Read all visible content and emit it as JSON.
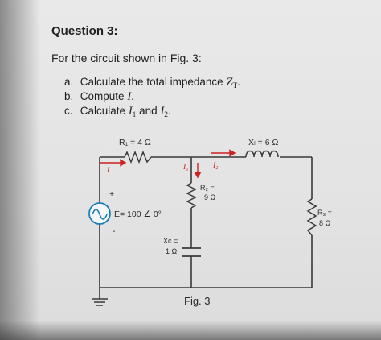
{
  "question": {
    "title": "Question 3:",
    "intro": "For the circuit shown in Fig. 3:",
    "tasks": [
      {
        "marker": "a.",
        "text": "Calculate the total impedance",
        "math": "Z",
        "math_sub": "T",
        "tail": "."
      },
      {
        "marker": "b.",
        "text": "Compute",
        "math": "I",
        "math_sub": "",
        "tail": "."
      },
      {
        "marker": "c.",
        "text": "Calculate",
        "math": "I",
        "math_sub": "1",
        "tail": " and ",
        "math2": "I",
        "math2_sub": "2",
        "tail2": "."
      }
    ]
  },
  "figure": {
    "caption": "Fig. 3",
    "components": {
      "r1_label": "R₁ = 4 Ω",
      "xl_label": "Xₗ = 6 Ω",
      "r2_label_a": "R₂ =",
      "r2_label_b": "9 Ω",
      "r3_label_a": "R₃ =",
      "r3_label_b": "8 Ω",
      "xc_label_a": "Xᴄ =",
      "xc_label_b": "1 Ω",
      "source_label": "E= 100 ∠ 0°",
      "plus_sign": "+",
      "minus_sign": "-",
      "current_i": "I",
      "current_i1": "I₁",
      "current_i2": "I₂"
    },
    "colors": {
      "wire": "#3a3a3a",
      "arrow": "#cc2222",
      "source": "#1a7fb5"
    }
  }
}
